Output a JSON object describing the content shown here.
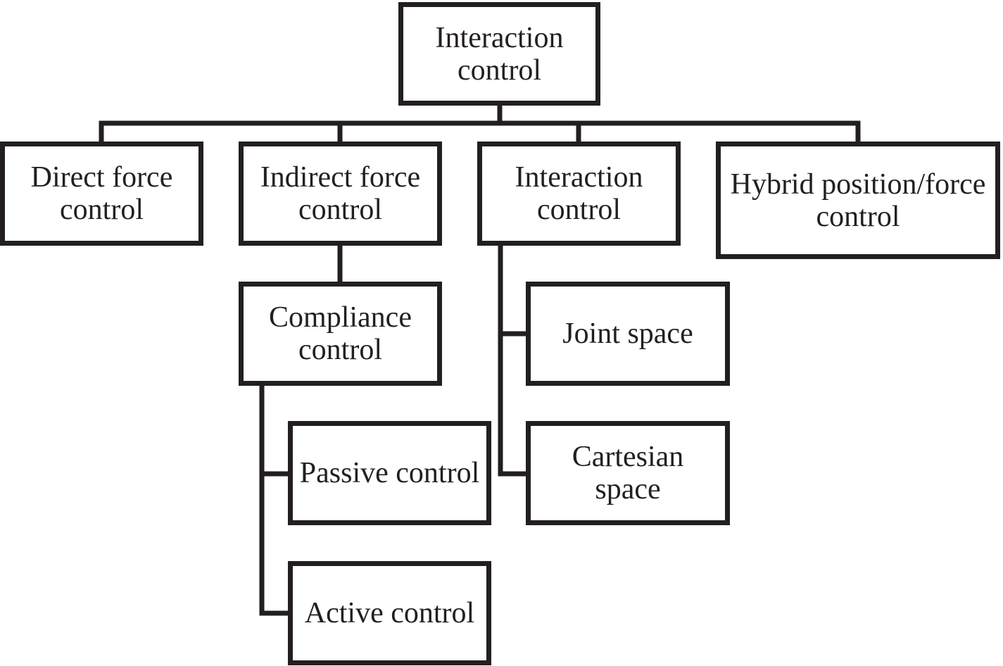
{
  "nodes": {
    "root": {
      "line1": "Interaction",
      "line2": "control"
    },
    "direct": {
      "line1": "Direct force",
      "line2": "control"
    },
    "indirect": {
      "line1": "Indirect force",
      "line2": "control"
    },
    "interact": {
      "line1": "Interaction",
      "line2": "control"
    },
    "hybrid": {
      "line1": "Hybrid position/force",
      "line2": "control"
    },
    "compliance": {
      "line1": "Compliance",
      "line2": "control"
    },
    "joint": {
      "line1": "Joint space"
    },
    "passive": {
      "line1": "Passive control"
    },
    "cartesian": {
      "line1": "Cartesian",
      "line2": "space"
    },
    "active": {
      "line1": "Active control"
    }
  },
  "colors": {
    "stroke": "#231f20",
    "background": "#ffffff"
  }
}
